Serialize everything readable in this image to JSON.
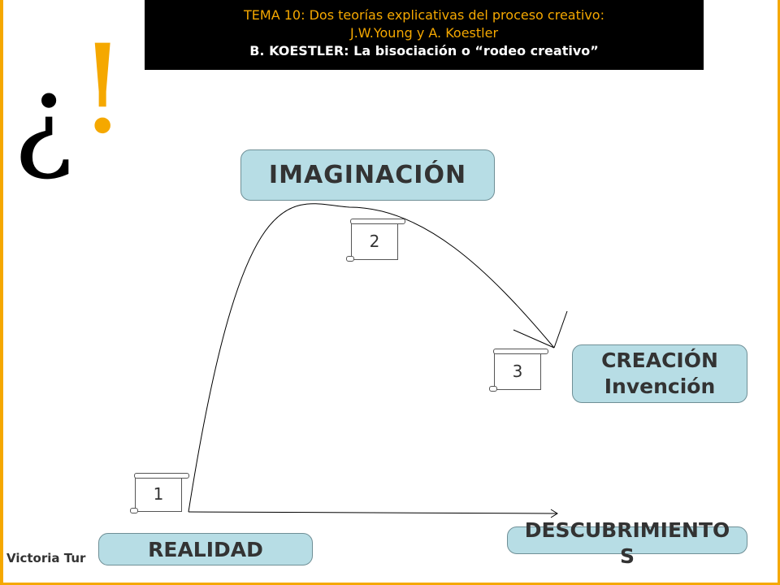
{
  "header": {
    "line1": "TEMA 10: Dos teorías explicativas del proceso creativo:",
    "line2": "J.W.Young y A. Koestler",
    "line3": "B. KOESTLER: La bisociación o “rodeo creativo”"
  },
  "decoration": {
    "inverted_question": "¿",
    "exclamation": "!"
  },
  "nodes": {
    "imaginacion": "IMAGINACIÓN",
    "creacion_line1": "CREACIÓN",
    "creacion_line2": "Invención",
    "realidad": "REALIDAD",
    "descubrimientos": "DESCUBRIMIENTOS"
  },
  "markers": {
    "m1": "1",
    "m2": "2",
    "m3": "3"
  },
  "footer": {
    "author": "Victoria Tur"
  },
  "colors": {
    "accent": "#f5a800",
    "pill": "#b7dde5",
    "header_bg": "#000000"
  }
}
